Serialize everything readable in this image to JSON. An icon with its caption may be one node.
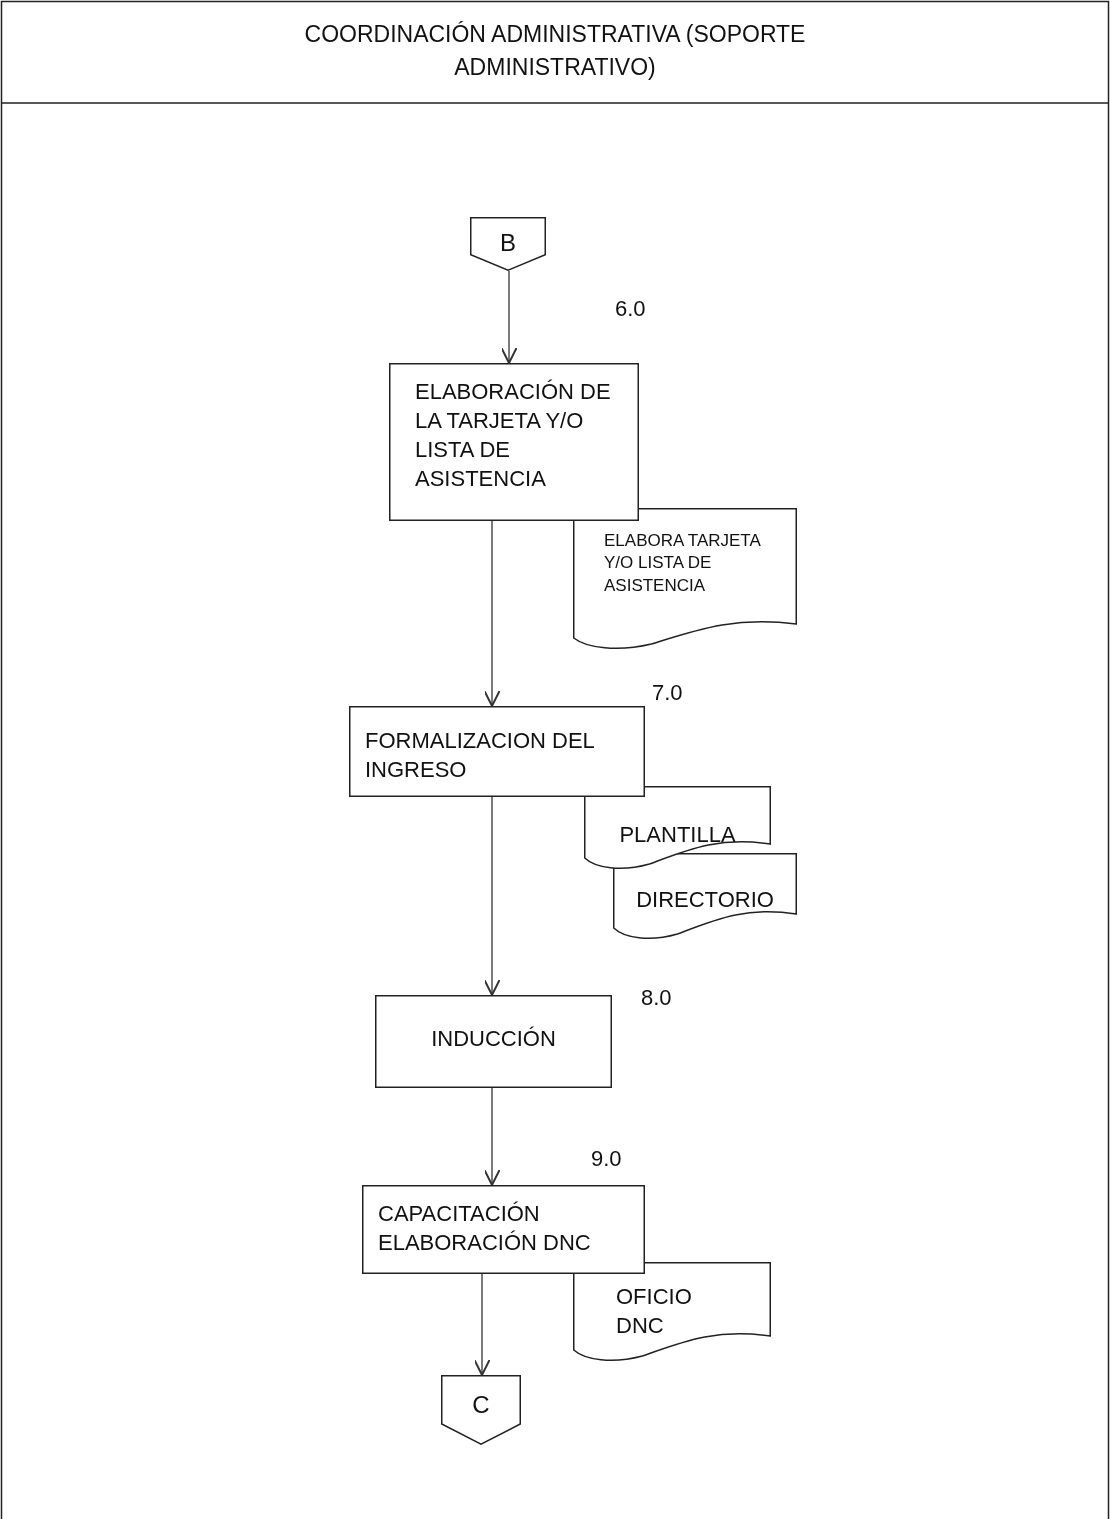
{
  "diagram": {
    "title": "COORDINACIÓN ADMINISTRATIVA (SOPORTE ADMINISTRATIVO)",
    "nodes": [
      {
        "text": [
          "B"
        ]
      },
      {
        "text": [
          "ELABORACIÓN DE LA TARJETA Y/O LISTA DE ASISTENCIA"
        ],
        "beside": [
          "6.0"
        ]
      },
      {
        "text": [
          "ELABORA TARJETA Y/O LISTA DE ASISTENCIA"
        ]
      },
      {
        "text": [
          "FORMALIZACION DEL INGRESO"
        ],
        "beside": [
          "7.0"
        ]
      },
      {
        "text": [
          "PLANTILLA"
        ]
      },
      {
        "text": [
          "DIRECTORIO"
        ]
      },
      {
        "text": [
          "INDUCCIÓN"
        ],
        "beside": [
          "8.0"
        ]
      },
      {
        "text": [
          "CAPACITACIÓN ELABORACIÓN DNC"
        ],
        "beside": [
          "9.0"
        ]
      },
      {
        "text": [
          "OFICIO DNC"
        ]
      },
      {
        "text": [
          "C"
        ]
      }
    ],
    "edges": [
      {
        "from": 0,
        "to": 1,
        "arrow": "to"
      },
      {
        "from": 1,
        "to": 3,
        "arrow": "to"
      },
      {
        "from": 3,
        "to": 6,
        "arrow": "to"
      },
      {
        "from": 6,
        "to": 7,
        "arrow": "to"
      },
      {
        "from": 7,
        "to": 9,
        "arrow": "to"
      }
    ]
  }
}
